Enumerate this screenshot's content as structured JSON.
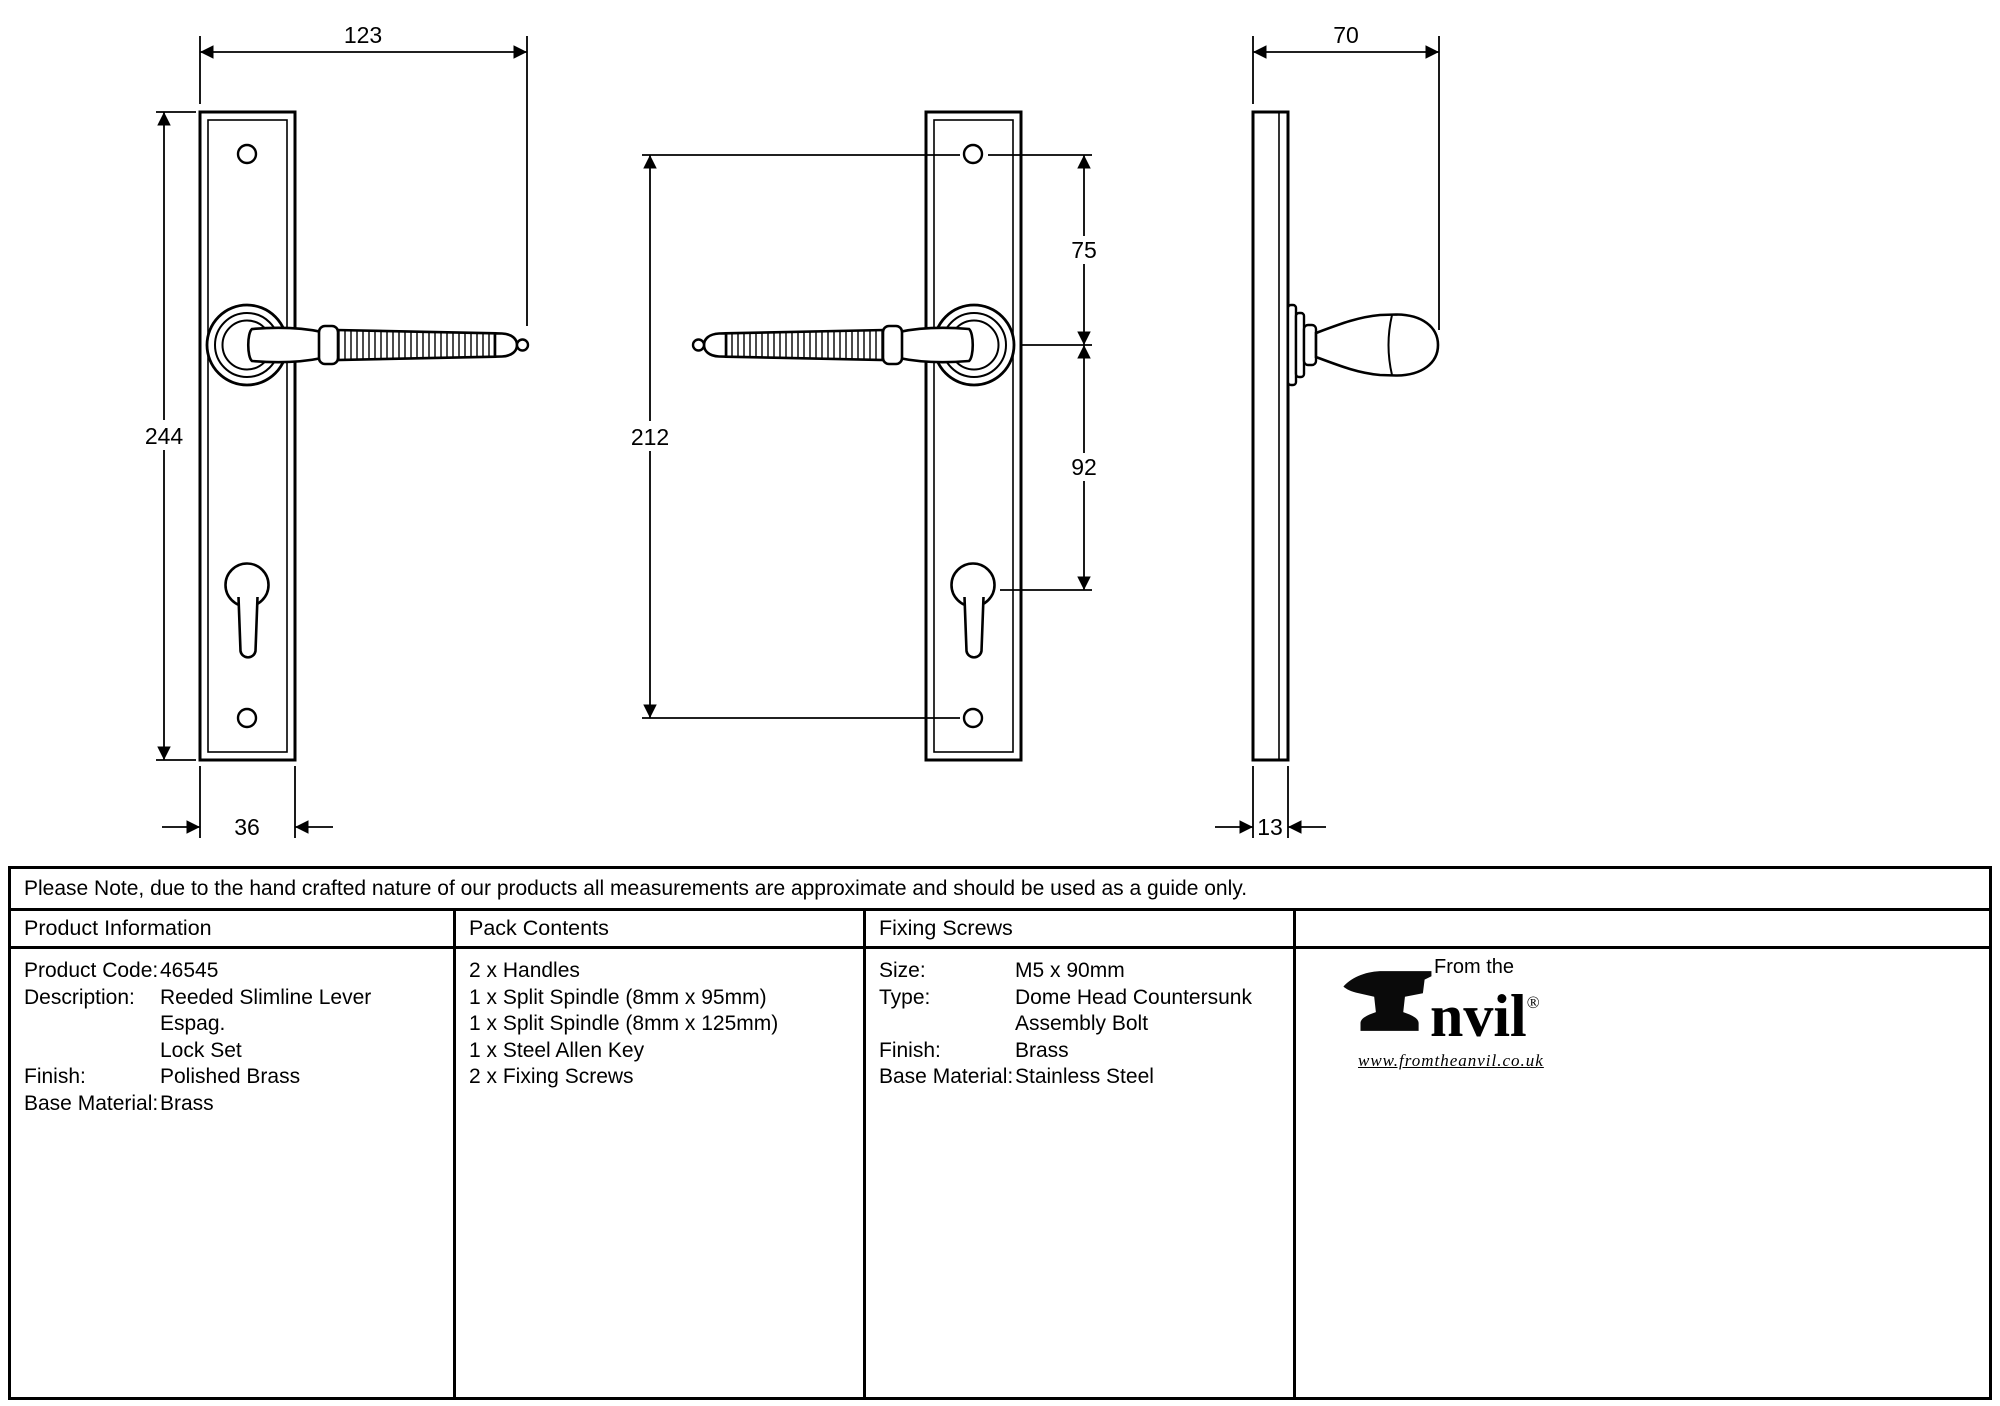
{
  "dims": {
    "front_width": "123",
    "front_height": "244",
    "front_plate_width": "36",
    "mid_screw_span": "212",
    "mid_top_gap": "75",
    "mid_bottom_gap": "92",
    "side_projection": "70",
    "side_thickness": "13"
  },
  "note": "Please Note, due to the hand crafted nature of our products all measurements are approximate and should be used as a guide only.",
  "product_information": {
    "header": "Product Information",
    "rows": [
      {
        "label": "Product Code:",
        "value": "46545"
      },
      {
        "label": "Description:",
        "value": "Reeded Slimline Lever Espag."
      },
      {
        "label": "",
        "value": "Lock Set"
      },
      {
        "label": "Finish:",
        "value": "Polished Brass"
      },
      {
        "label": "Base Material:",
        "value": "Brass"
      }
    ]
  },
  "pack_contents": {
    "header": "Pack Contents",
    "items": [
      "2 x Handles",
      "1 x Split Spindle (8mm x 95mm)",
      "1 x Split Spindle (8mm x 125mm)",
      "1 x Steel Allen Key",
      "2 x Fixing Screws"
    ]
  },
  "fixing_screws": {
    "header": "Fixing Screws",
    "rows": [
      {
        "label": "Size:",
        "value": "M5 x 90mm"
      },
      {
        "label": "Type:",
        "value": "Dome Head Countersunk"
      },
      {
        "label": "",
        "value": "Assembly Bolt"
      },
      {
        "label": "Finish:",
        "value": "Brass"
      },
      {
        "label": "Base Material:",
        "value": "Stainless Steel"
      }
    ]
  },
  "logo": {
    "tagline": "From the",
    "wordmark_suffix": "nvil",
    "registered": "®",
    "website": "www.fromtheanvil.co.uk"
  }
}
